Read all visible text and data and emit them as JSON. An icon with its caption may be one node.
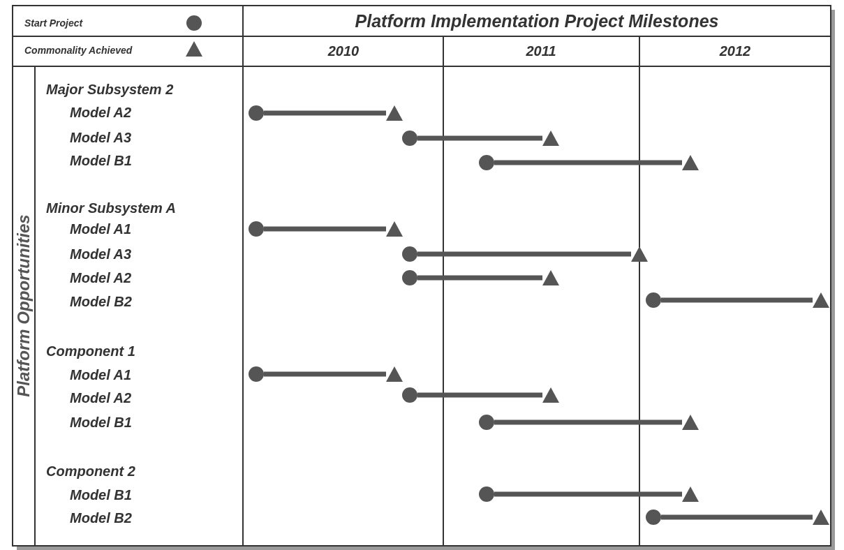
{
  "diagram": {
    "title": "Platform Implementation Project Milestones",
    "nodes": [
      {
        "text": [],
        "shape": "circle"
      },
      {
        "text": [],
        "shape": "triangle"
      },
      {
        "text": [],
        "shape": "circle"
      },
      {
        "text": [],
        "shape": "triangle"
      },
      {
        "text": [],
        "shape": "circle"
      },
      {
        "text": [],
        "shape": "triangle"
      },
      {
        "text": [],
        "shape": "circle"
      },
      {
        "text": [],
        "shape": "triangle"
      },
      {
        "text": [],
        "shape": "circle"
      },
      {
        "text": [],
        "shape": "triangle"
      },
      {
        "text": [],
        "shape": "circle"
      },
      {
        "text": [],
        "shape": "triangle"
      },
      {
        "text": [],
        "shape": "circle"
      },
      {
        "text": [],
        "shape": "triangle"
      },
      {
        "text": [],
        "shape": "circle"
      },
      {
        "text": [],
        "shape": "triangle"
      },
      {
        "text": [],
        "shape": "circle"
      },
      {
        "text": [],
        "shape": "triangle"
      },
      {
        "text": [],
        "shape": "circle"
      },
      {
        "text": [],
        "shape": "triangle"
      },
      {
        "text": [],
        "shape": "circle"
      },
      {
        "text": [],
        "shape": "triangle"
      },
      {
        "text": [],
        "shape": "circle"
      },
      {
        "text": [],
        "shape": "triangle"
      }
    ],
    "edges": [
      {
        "from": 0,
        "to": 1,
        "arrow": "none"
      },
      {
        "from": 2,
        "to": 3,
        "arrow": "none"
      },
      {
        "from": 4,
        "to": 5,
        "arrow": "none"
      },
      {
        "from": 6,
        "to": 7,
        "arrow": "none"
      },
      {
        "from": 8,
        "to": 9,
        "arrow": "none"
      },
      {
        "from": 10,
        "to": 11,
        "arrow": "none"
      },
      {
        "from": 12,
        "to": 13,
        "arrow": "none"
      },
      {
        "from": 14,
        "to": 15,
        "arrow": "none"
      },
      {
        "from": 16,
        "to": 17,
        "arrow": "none"
      },
      {
        "from": 18,
        "to": 19,
        "arrow": "none"
      },
      {
        "from": 20,
        "to": 21,
        "arrow": "none"
      },
      {
        "from": 22,
        "to": 23,
        "arrow": "none"
      }
    ],
    "labels": [
      "2010",
      "2011",
      "2012",
      "Platform Opportunities",
      "Major Subsystem 2",
      "Model A2",
      "Model A3",
      "Model B1",
      "Minor Subsystem A",
      "Model A1",
      "Model A3",
      "Model A2",
      "Model B2",
      "Component 1",
      "Model A1",
      "Model A2",
      "Model B1",
      "Component 2",
      "Model B1",
      "Model B2"
    ],
    "legend": [
      {
        "text": "Start Project"
      },
      {
        "text": "Commonality Achieved"
      }
    ]
  }
}
